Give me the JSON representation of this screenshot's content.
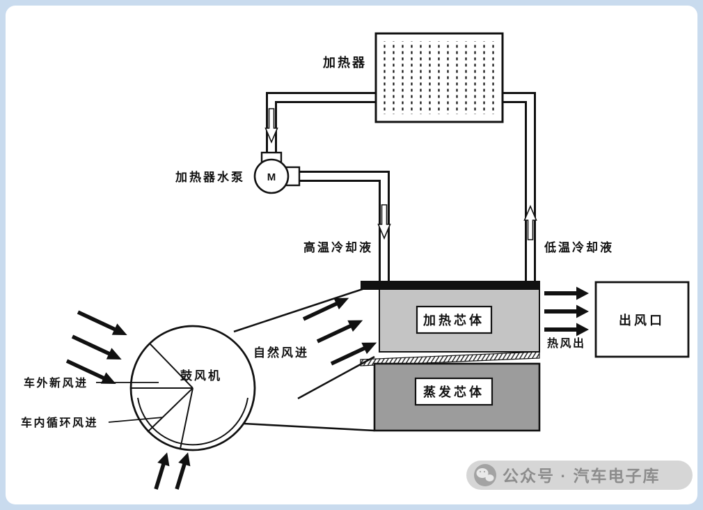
{
  "colors": {
    "page_background": "#c9dbee",
    "panel_background": "#ffffff",
    "line": "#111111",
    "heating_core_fill": "#c4c4c4",
    "evaporator_fill": "#9c9c9c",
    "watermark_pill": "#d6d6d6",
    "watermark_text": "#8c8c8c"
  },
  "diagram": {
    "heater_label": "加热器",
    "pump_label": "加热器水泵",
    "pump_motor_label": "M",
    "hot_coolant_label": "高温冷却液",
    "cold_coolant_label": "低温冷却液",
    "heating_core_label": "加热芯体",
    "evaporator_core_label": "蒸发芯体",
    "air_outlet_label": "出风口",
    "hot_air_out_label": "热风出",
    "blower_label": "鼓风机",
    "natural_air_label": "自然风进",
    "outside_air_label": "车外新风进",
    "recirc_air_label": "车内循环风进"
  },
  "watermark": {
    "text": "公众号 · 汽车电子库"
  }
}
